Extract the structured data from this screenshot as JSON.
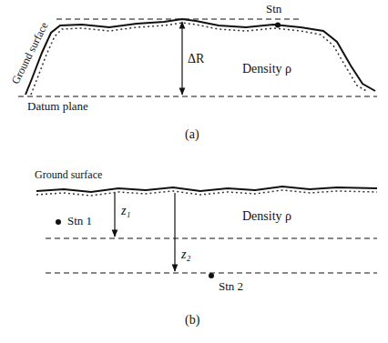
{
  "diagram": {
    "labels": [
      "Ground surface",
      "Stn",
      "ΔR",
      "Density ρ",
      "Datum plane",
      "(a)",
      "Ground surface",
      "Stn 1",
      "z₁",
      "Density ρ",
      "z₂",
      "Stn 2",
      "(b)"
    ]
  }
}
